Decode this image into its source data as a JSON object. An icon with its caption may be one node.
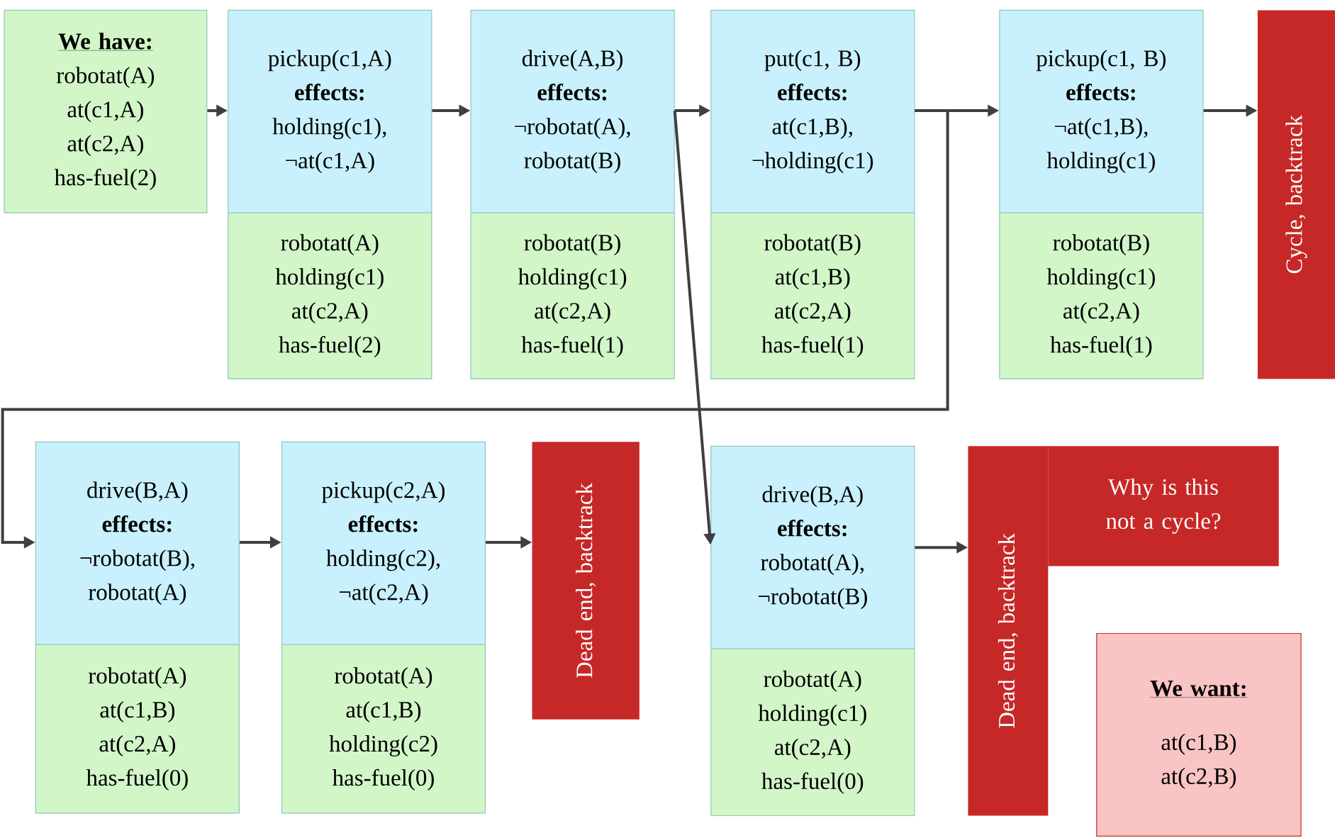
{
  "diagram": {
    "nodes": [
      {
        "text": [
          "We have:",
          "robotat(A)",
          "at(c1,A)",
          "at(c2,A)",
          "has-fuel(2)"
        ]
      },
      {
        "text": [
          "pickup(c1,A)",
          "effects:",
          "holding(c1), ¬at(c1,A)",
          "robotat(A)",
          "holding(c1)",
          "at(c2,A)",
          "has-fuel(2)"
        ]
      },
      {
        "text": [
          "drive(A,B)",
          "effects:",
          "¬robotat(A), robotat(B)",
          "robotat(B)",
          "holding(c1)",
          "at(c2,A)",
          "has-fuel(1)"
        ]
      },
      {
        "text": [
          "put(c1, B)",
          "effects:",
          "at(c1,B), ¬holding(c1)",
          "robotat(B)",
          "at(c1,B)",
          "at(c2,A)",
          "has-fuel(1)"
        ]
      },
      {
        "text": [
          "pickup(c1, B)",
          "effects:",
          "¬at(c1,B), holding(c1)",
          "robotat(B)",
          "holding(c1)",
          "at(c2,A)",
          "has-fuel(1)"
        ]
      },
      {
        "text": [
          "Cycle, backtrack"
        ]
      },
      {
        "text": [
          "drive(B,A)",
          "effects:",
          "¬robotat(B), robotat(A)",
          "robotat(A)",
          "at(c1,B)",
          "at(c2,A)",
          "has-fuel(0)"
        ]
      },
      {
        "text": [
          "pickup(c2,A)",
          "effects:",
          "holding(c2), ¬at(c2,A)",
          "robotat(A)",
          "at(c1,B)",
          "holding(c2)",
          "has-fuel(0)"
        ]
      },
      {
        "text": [
          "Dead end, backtrack"
        ]
      },
      {
        "text": [
          "drive(B,A)",
          "effects:",
          "robotat(A), ¬robotat(B)",
          "robotat(A)",
          "holding(c1)",
          "at(c2,A)",
          "has-fuel(0)"
        ]
      },
      {
        "text": [
          "Dead end, backtrack"
        ]
      },
      {
        "text": [
          "Why is this not a cycle?"
        ]
      },
      {
        "text": [
          "We want:",
          "at(c1,B)",
          "at(c2,B)"
        ]
      }
    ],
    "edges": [
      {
        "from": 0,
        "to": 1,
        "arrow": "to"
      },
      {
        "from": 1,
        "to": 2,
        "arrow": "to"
      },
      {
        "from": 2,
        "to": 3,
        "arrow": "to"
      },
      {
        "from": 3,
        "to": 4,
        "arrow": "to"
      },
      {
        "from": 4,
        "to": 5,
        "arrow": "to"
      },
      {
        "from": 3,
        "to": 6,
        "arrow": "to"
      },
      {
        "from": 6,
        "to": 7,
        "arrow": "to"
      },
      {
        "from": 7,
        "to": 8,
        "arrow": "to"
      },
      {
        "from": 2,
        "to": 9,
        "arrow": "to"
      },
      {
        "from": 9,
        "to": 10,
        "arrow": "to"
      }
    ]
  }
}
